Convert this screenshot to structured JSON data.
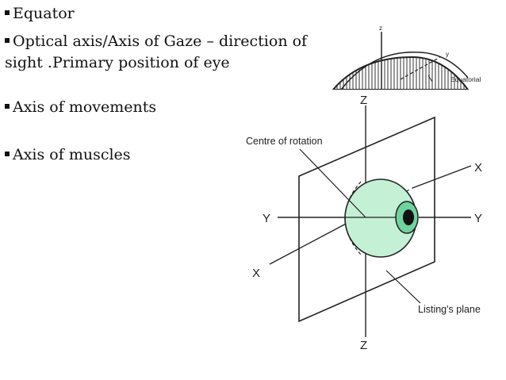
{
  "bullets": {
    "equator": "Equator",
    "optical_axis_line1": "Optical  axis/Axis  of  Gaze – direction  of",
    "optical_axis_line2": "sight  .Primary  position  of  eye",
    "axis_movements": "Axis  of  movements",
    "axis_muscles": "Axis of muscles"
  },
  "top_diagram": {
    "z_label": "z",
    "y_label": "y",
    "equatorial_label": "Equatorial"
  },
  "main_diagram": {
    "z_top": "Z",
    "z_bottom": "Z",
    "y_left": "Y",
    "y_right": "Y",
    "x_upper_right": "X",
    "x_lower_left": "X",
    "centre_of_rotation": "Centre of rotation",
    "listings_plane": "Listing's plane"
  },
  "colors": {
    "globe_fill": "#c4f0d6",
    "iris_fill": "#6fd3a0",
    "pupil": "#111111",
    "line": "#222222"
  }
}
